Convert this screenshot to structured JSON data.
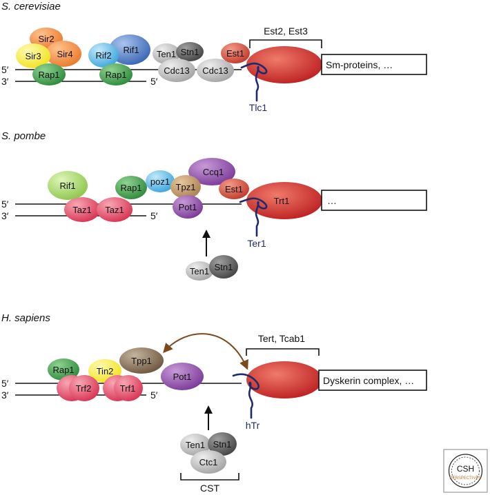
{
  "panels": {
    "cerevisiae": {
      "title": "S. cerevisiae",
      "strand_5": "5′",
      "strand_3": "3′",
      "strand_5_end": "5′",
      "proteins": {
        "sir2": "Sir2",
        "sir3": "Sir3",
        "sir4": "Sir4",
        "rap1_a": "Rap1",
        "rif2": "Rif2",
        "rif1": "Rif1",
        "rap1_b": "Rap1",
        "ten1": "Ten1",
        "stn1": "Stn1",
        "cdc13_a": "Cdc13",
        "cdc13_b": "Cdc13",
        "est1": "Est1"
      },
      "bracket_label": "Est2, Est3",
      "box_label": "Sm-proteins, …",
      "rna_label": "Tlc1"
    },
    "pombe": {
      "title": "S. pombe",
      "strand_5": "5′",
      "strand_3": "3′",
      "strand_5_end": "5′",
      "proteins": {
        "rif1": "Rif1",
        "taz1_a": "Taz1",
        "taz1_b": "Taz1",
        "rap1": "Rap1",
        "poz1": "poz1",
        "tpz1": "Tpz1",
        "ccq1": "Ccq1",
        "pot1": "Pot1",
        "est1": "Est1",
        "trt1": "Trt1",
        "ten1": "Ten1",
        "stn1": "Stn1"
      },
      "box_label": "…",
      "rna_label": "Ter1"
    },
    "sapiens": {
      "title": "H. sapiens",
      "strand_5": "5′",
      "strand_3": "3′",
      "strand_5_end": "5′",
      "proteins": {
        "rap1": "Rap1",
        "tin2": "Tin2",
        "tpp1": "Tpp1",
        "pot1": "Pot1",
        "trf2": "Trf2",
        "trf1": "Trf1",
        "ten1": "Ten1",
        "stn1": "Stn1",
        "ctc1": "Ctc1"
      },
      "bracket_label": "Tert, Tcab1",
      "box_label": "Dyskerin complex, …",
      "rna_label": "hTr",
      "cst_label": "CST"
    }
  },
  "logo": {
    "line1": "CSH",
    "line2": "PERSPECTIVES"
  },
  "colors": {
    "green": "#3f9a4a",
    "orange": "#f08a40",
    "yellow": "#f7ec3a",
    "light_blue": "#62b9e6",
    "blue": "#4c79c0",
    "grey": "#b9b9b9",
    "dark_grey": "#555555",
    "red": "#cc2a2a",
    "pink": "#e34a66",
    "purple": "#8a4aa8",
    "tan": "#b98f5f",
    "brown": "#7b6550",
    "light_green": "#a8d66a",
    "rna": "#1f2a6b",
    "arrow_brown": "#7a4a1c"
  }
}
